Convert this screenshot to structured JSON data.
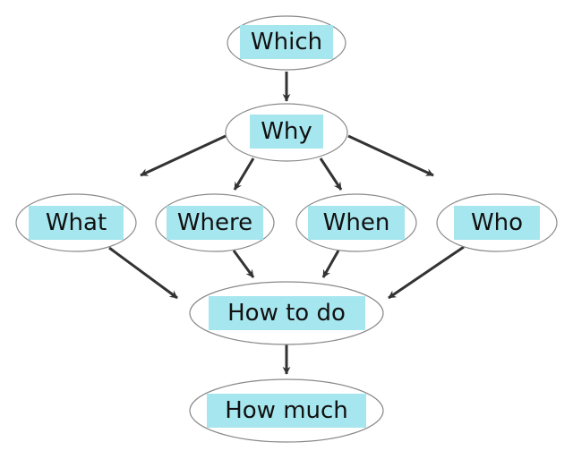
{
  "diagram": {
    "nodes": {
      "which": "Which",
      "why": "Why",
      "what": "What",
      "where": "Where",
      "when": "When",
      "who": "Who",
      "how_to_do": "How to do",
      "how_much": "How much"
    },
    "edges": [
      {
        "from": "which",
        "to": "why"
      },
      {
        "from": "why",
        "to": "what"
      },
      {
        "from": "why",
        "to": "where"
      },
      {
        "from": "why",
        "to": "when"
      },
      {
        "from": "why",
        "to": "who"
      },
      {
        "from": "what",
        "to": "how_to_do"
      },
      {
        "from": "where",
        "to": "how_to_do"
      },
      {
        "from": "when",
        "to": "how_to_do"
      },
      {
        "from": "who",
        "to": "how_to_do"
      },
      {
        "from": "how_to_do",
        "to": "how_much"
      }
    ],
    "colors": {
      "label_highlight": "#a6e6ee",
      "ellipse_border": "#8a8a8a",
      "arrow": "#333333",
      "text": "#111111"
    }
  }
}
